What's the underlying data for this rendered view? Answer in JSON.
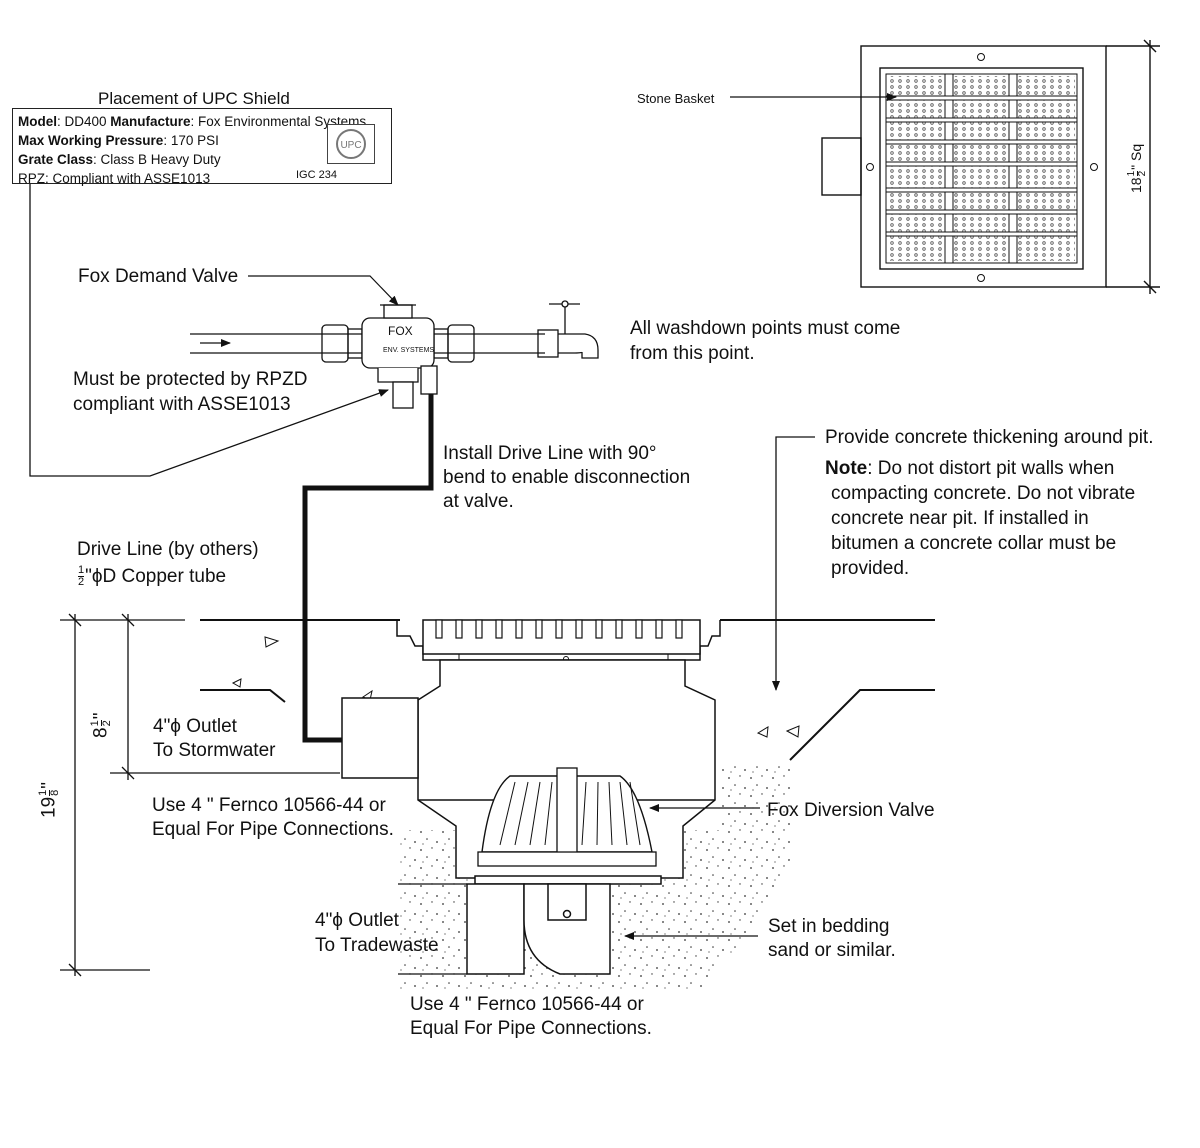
{
  "shield": {
    "title": "Placement of UPC Shield",
    "model_key": "Model",
    "model_value": ": DD400 ",
    "manufacture_key": "Manufacture",
    "manufacture_value": ": Fox Environmental Systems",
    "pressure_key": "Max Working Pressure",
    "pressure_value": ": 170 PSI",
    "grate_key": "Grate Class",
    "grate_value": ": Class B Heavy Duty",
    "rpz": "RPZ: Compliant with ASSE1013",
    "igc": "IGC 234",
    "logo_text": "UPC"
  },
  "grate_view": {
    "stone_basket": "Stone Basket",
    "dim_whole": "18",
    "dim_num": "1",
    "dim_den": "2",
    "dim_suffix": "\" Sq"
  },
  "valve": {
    "label": "Fox Demand Valve",
    "brand": "FOX",
    "brand_sub": "ENV. SYSTEMS",
    "rpzd_1": "Must be protected by RPZD",
    "rpzd_2": "compliant with ASSE1013"
  },
  "washdown": {
    "line1": "All washdown points must come",
    "line2": "from this point."
  },
  "drive_install": {
    "line1": "Install Drive Line with 90°",
    "line2": "bend to enable disconnection",
    "line3": "at valve."
  },
  "drive_line": {
    "line1": "Drive Line (by others)",
    "frac_num": "1",
    "frac_den": "2",
    "line2_suffix": "\"ϕD Copper tube"
  },
  "concrete": {
    "line1": "Provide concrete thickening around pit.",
    "note_key": "Note",
    "note_1": ": Do not distort pit walls when",
    "note_2": "compacting concrete. Do not vibrate",
    "note_3": "concrete near pit. If installed in",
    "note_4": "bitumen a concrete collar must be",
    "note_5": "provided."
  },
  "dims": {
    "d1_whole": "8",
    "d1_num": "1",
    "d1_den": "2",
    "d1_unit": "\"",
    "d2_whole": "19",
    "d2_num": "1",
    "d2_den": "8",
    "d2_unit": "\""
  },
  "storm": {
    "line1": "4\"ϕ Outlet",
    "line2": "To Stormwater",
    "fernco1": "Use 4 \" Fernco 10566-44 or",
    "fernco2": "Equal For Pipe Connections."
  },
  "diversion": {
    "label": "Fox Diversion Valve"
  },
  "trade": {
    "line1": "4\"ϕ Outlet",
    "line2": "To Tradewaste",
    "fernco1": "Use 4 \" Fernco 10566-44 or",
    "fernco2": "Equal For Pipe Connections."
  },
  "bedding": {
    "line1": "Set in bedding",
    "line2": "sand or similar."
  },
  "colors": {
    "line": "#111111",
    "background": "#ffffff"
  }
}
